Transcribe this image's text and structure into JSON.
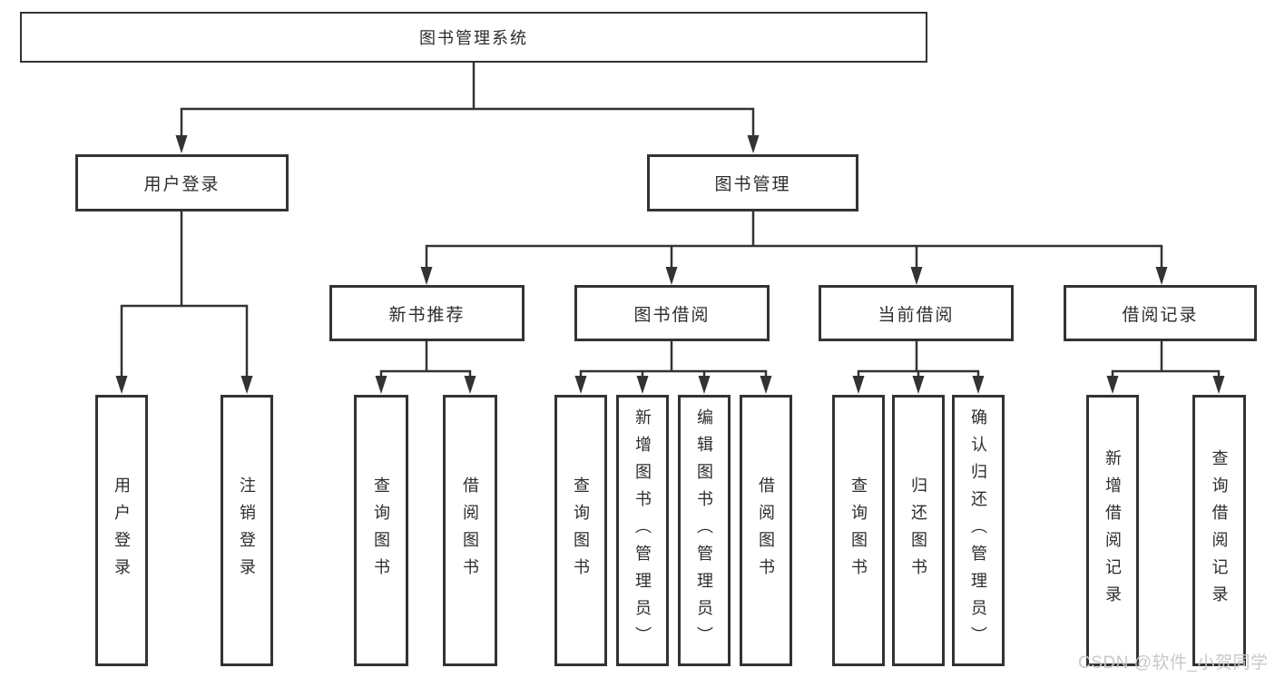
{
  "tree": {
    "root": "图书管理系统",
    "user_login": {
      "label": "用户登录",
      "children": [
        "用户登录",
        "注销登录"
      ]
    },
    "book_mgmt": {
      "label": "图书管理",
      "children": [
        {
          "label": "新书推荐",
          "children": [
            "查询图书",
            "借阅图书"
          ]
        },
        {
          "label": "图书借阅",
          "children": [
            "查询图书",
            "新增图书（管理员）",
            "编辑图书（管理员）",
            "借阅图书"
          ]
        },
        {
          "label": "当前借阅",
          "children": [
            "查询图书",
            "归还图书",
            "确认归还（管理员）"
          ]
        },
        {
          "label": "借阅记录",
          "children": [
            "新增借阅记录",
            "查询借阅记录"
          ]
        }
      ]
    }
  },
  "watermark": "CSDN @软件_小贺同学",
  "colors": {
    "line": "#333333",
    "box_border": "#333333",
    "box_fill": "#ffffff",
    "text": "#2d2d2d",
    "watermark": "#c8c8c8"
  }
}
